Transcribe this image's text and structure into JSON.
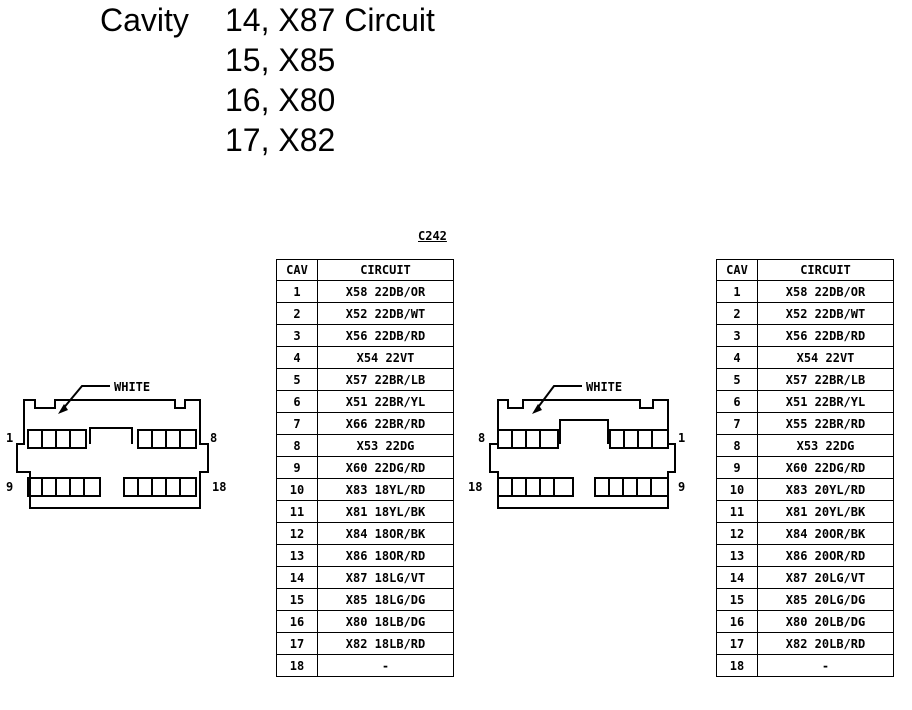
{
  "header": {
    "label": "Cavity",
    "lines": [
      "14, X87 Circuit",
      "15, X85",
      "16, X80",
      "17, X82"
    ]
  },
  "connector_heading": "C242",
  "left_connector": {
    "note": "WHITE",
    "pin_labels": [
      "1",
      "8",
      "9",
      "18"
    ]
  },
  "right_connector": {
    "note": "WHITE",
    "pin_labels": [
      "8",
      "1",
      "18",
      "9"
    ]
  },
  "table_left": {
    "headers": [
      "CAV",
      "CIRCUIT"
    ],
    "rows": [
      [
        "1",
        "X58 22DB/OR"
      ],
      [
        "2",
        "X52 22DB/WT"
      ],
      [
        "3",
        "X56 22DB/RD"
      ],
      [
        "4",
        "X54 22VT"
      ],
      [
        "5",
        "X57 22BR/LB"
      ],
      [
        "6",
        "X51 22BR/YL"
      ],
      [
        "7",
        "X66 22BR/RD"
      ],
      [
        "8",
        "X53 22DG"
      ],
      [
        "9",
        "X60 22DG/RD"
      ],
      [
        "10",
        "X83 18YL/RD"
      ],
      [
        "11",
        "X81 18YL/BK"
      ],
      [
        "12",
        "X84 18OR/BK"
      ],
      [
        "13",
        "X86 18OR/RD"
      ],
      [
        "14",
        "X87 18LG/VT"
      ],
      [
        "15",
        "X85 18LG/DG"
      ],
      [
        "16",
        "X80 18LB/DG"
      ],
      [
        "17",
        "X82 18LB/RD"
      ],
      [
        "18",
        "-"
      ]
    ]
  },
  "table_right": {
    "headers": [
      "CAV",
      "CIRCUIT"
    ],
    "rows": [
      [
        "1",
        "X58 22DB/OR"
      ],
      [
        "2",
        "X52 22DB/WT"
      ],
      [
        "3",
        "X56 22DB/RD"
      ],
      [
        "4",
        "X54 22VT"
      ],
      [
        "5",
        "X57 22BR/LB"
      ],
      [
        "6",
        "X51 22BR/YL"
      ],
      [
        "7",
        "X55 22BR/RD"
      ],
      [
        "8",
        "X53 22DG"
      ],
      [
        "9",
        "X60 22DG/RD"
      ],
      [
        "10",
        "X83 20YL/RD"
      ],
      [
        "11",
        "X81 20YL/BK"
      ],
      [
        "12",
        "X84 20OR/BK"
      ],
      [
        "13",
        "X86 20OR/RD"
      ],
      [
        "14",
        "X87 20LG/VT"
      ],
      [
        "15",
        "X85 20LG/DG"
      ],
      [
        "16",
        "X80 20LB/DG"
      ],
      [
        "17",
        "X82 20LB/RD"
      ],
      [
        "18",
        "-"
      ]
    ]
  }
}
